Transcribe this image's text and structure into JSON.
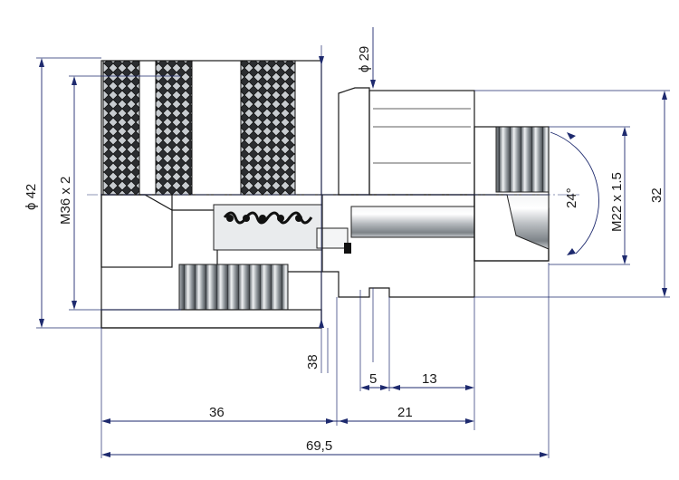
{
  "dimensions": {
    "phi42": "ϕ 42",
    "m36": "M36 x 2",
    "phi29": "ϕ 29",
    "m22": "M22 x 1.5",
    "angle24": "24°",
    "d32": "32",
    "d38": "38",
    "d5": "5",
    "d13": "13",
    "d36": "36",
    "d21": "21",
    "d69": "69,5"
  },
  "colors": {
    "dimension_line": "#1e2a6e",
    "steel_light": "#e6e8ea",
    "steel_mid": "#b9bdc1",
    "steel_dark": "#6f757b",
    "section_fill": "#cfd2d5",
    "hatch": "#4a4a4a"
  }
}
